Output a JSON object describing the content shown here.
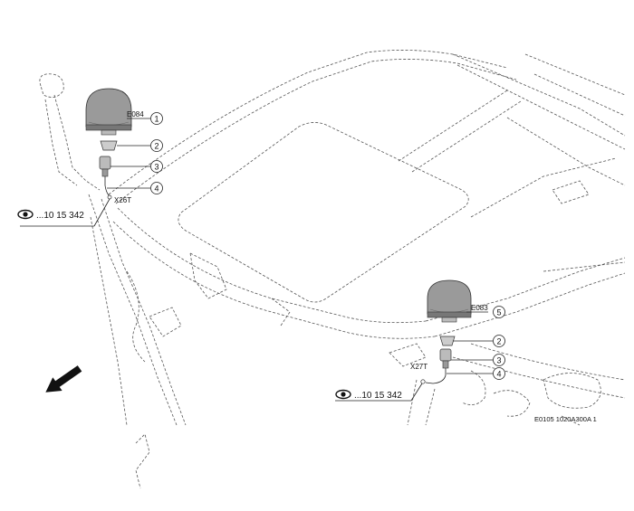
{
  "diagram": {
    "components": {
      "left_beacon": "E084",
      "right_beacon": "E083"
    },
    "connectors": {
      "left": "X26T",
      "right": "X27T"
    },
    "callouts": [
      "1",
      "2",
      "3",
      "4",
      "5"
    ],
    "references": {
      "left": "...10 15 342",
      "right": "...10 15 342"
    },
    "figure_id": "E0105 1020A300A 1",
    "icons": {
      "view_reference": "eye-icon",
      "direction": "arrow-icon"
    }
  }
}
